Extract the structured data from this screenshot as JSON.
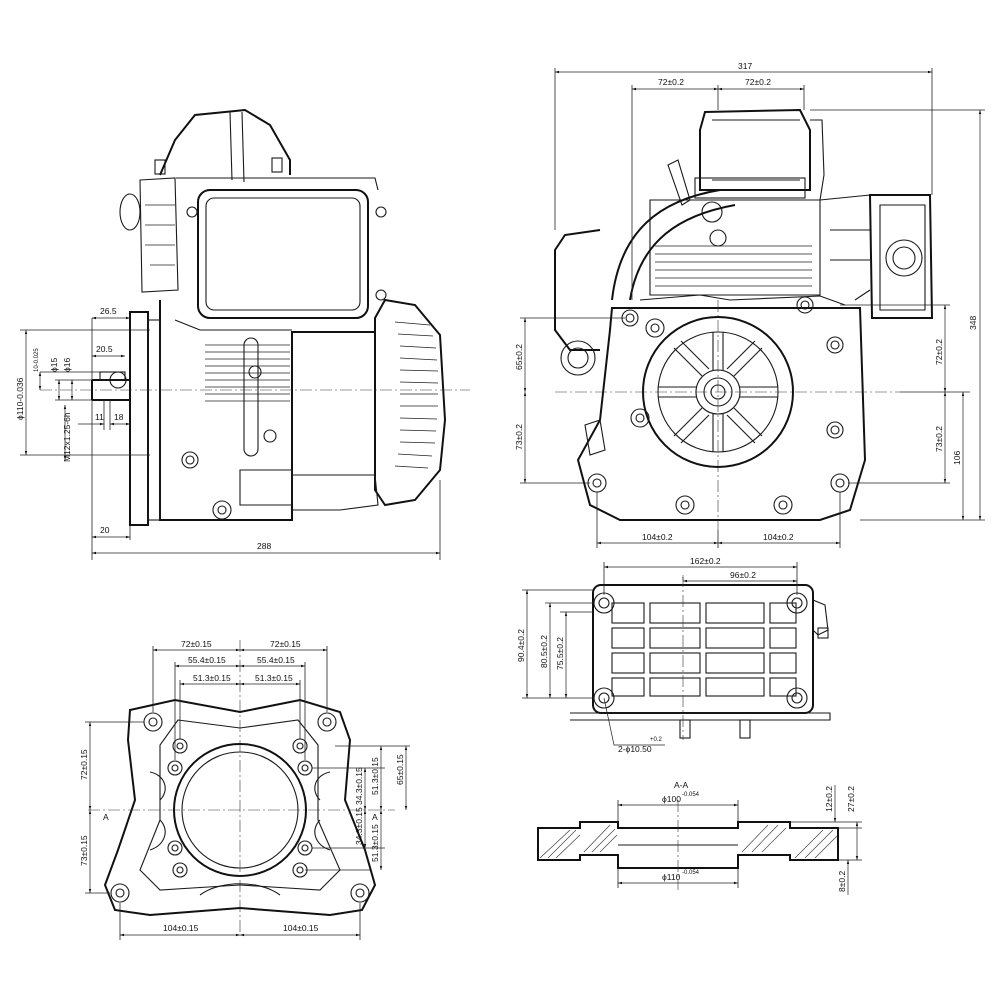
{
  "side_view": {
    "overall_length": "288",
    "flange_offset": "26.5",
    "key_offset": "20.5",
    "shaft_dia": "ϕ16",
    "bore_dia": "ϕ15",
    "key_dim": "10-0.025",
    "pilot_dia": "ϕ110-0.036",
    "thread": "M12x1.25-6h",
    "dim_11": "11",
    "dim_18": "18",
    "dim_20": "20"
  },
  "front_view": {
    "overall_width": "317",
    "half_left": "72±0.2",
    "half_right": "72±0.2",
    "height": "348",
    "upper_left": "65±0.2",
    "lower_left": "73±0.2",
    "upper_right": "72±0.2",
    "lower_right": "73±0.2",
    "base_height": "106",
    "base_left": "104±0.2",
    "base_right": "104±0.2"
  },
  "base_view": {
    "span": "162±0.2",
    "half_span": "96±0.2",
    "depth_outer": "90.4±0.2",
    "depth_mid": "80.5±0.2",
    "depth_inner": "75.5±0.2",
    "holes": "2-ϕ10.50",
    "holes_tol": "+0.2"
  },
  "section_view": {
    "label": "A-A",
    "top_dia": "ϕ100",
    "bottom_dia": "ϕ110",
    "dia_tol": "-0.054",
    "depth_12": "12±0.2",
    "depth_27": "27±0.2",
    "depth_8": "8±0.2"
  },
  "flange_view": {
    "top_72_left": "72±0.15",
    "top_72_right": "72±0.15",
    "top_55_left": "55.4±0.15",
    "top_55_right": "55.4±0.15",
    "top_51_left": "51.3±0.15",
    "top_51_right": "51.3±0.15",
    "left_72": "72±0.15",
    "left_73": "73±0.15",
    "right_65": "65±0.15",
    "right_513_top": "51.3±0.15",
    "right_343_top": "34.3±0.15",
    "right_343_bot": "34.3±0.15",
    "right_513_bot": "51.3±0.15",
    "bottom_left": "104±0.15",
    "bottom_right": "104±0.15",
    "section_mark": "A"
  }
}
